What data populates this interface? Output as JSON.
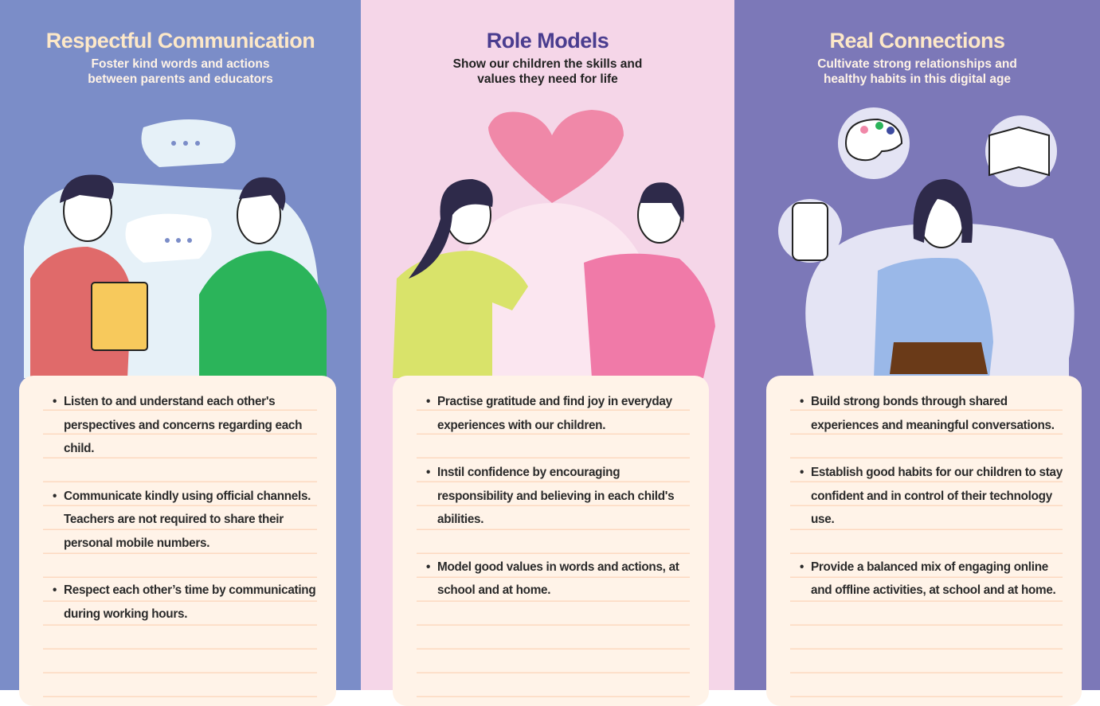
{
  "colors": {
    "left_bg": "#7b8dc8",
    "middle_bg": "#f5d6e8",
    "right_bg": "#7c78b8",
    "card": "#fff3e8",
    "title_cream": "#fde8c8",
    "title_purple": "#4a3d8f"
  },
  "panels": [
    {
      "title": "Respectful Communication",
      "subtitle": [
        "Foster kind words and actions",
        "between parents and educators"
      ],
      "items": [
        "Listen to and understand each other's perspectives and concerns regarding each child.",
        "Communicate kindly using official channels. Teachers are not required to share their personal mobile numbers.",
        "Respect each other’s time by communicating during working hours."
      ]
    },
    {
      "title": "Role Models",
      "subtitle": [
        "Show our children the skills and",
        "values they need for life"
      ],
      "items": [
        "Practise gratitude and find joy in everyday experiences with our children.",
        "Instil confidence by encouraging responsibility and believing in each child's abilities.",
        "Model good values in words and actions, at school and at home."
      ]
    },
    {
      "title": "Real Connections",
      "subtitle": [
        "Cultivate strong relationships and",
        "healthy habits in this digital age"
      ],
      "items": [
        "Build strong bonds through shared experiences and meaningful conversations.",
        "Establish good habits for our children to stay confident and in control of their technology use.",
        "Provide a balanced mix of engaging online and offline activities, at school and at home."
      ]
    }
  ]
}
